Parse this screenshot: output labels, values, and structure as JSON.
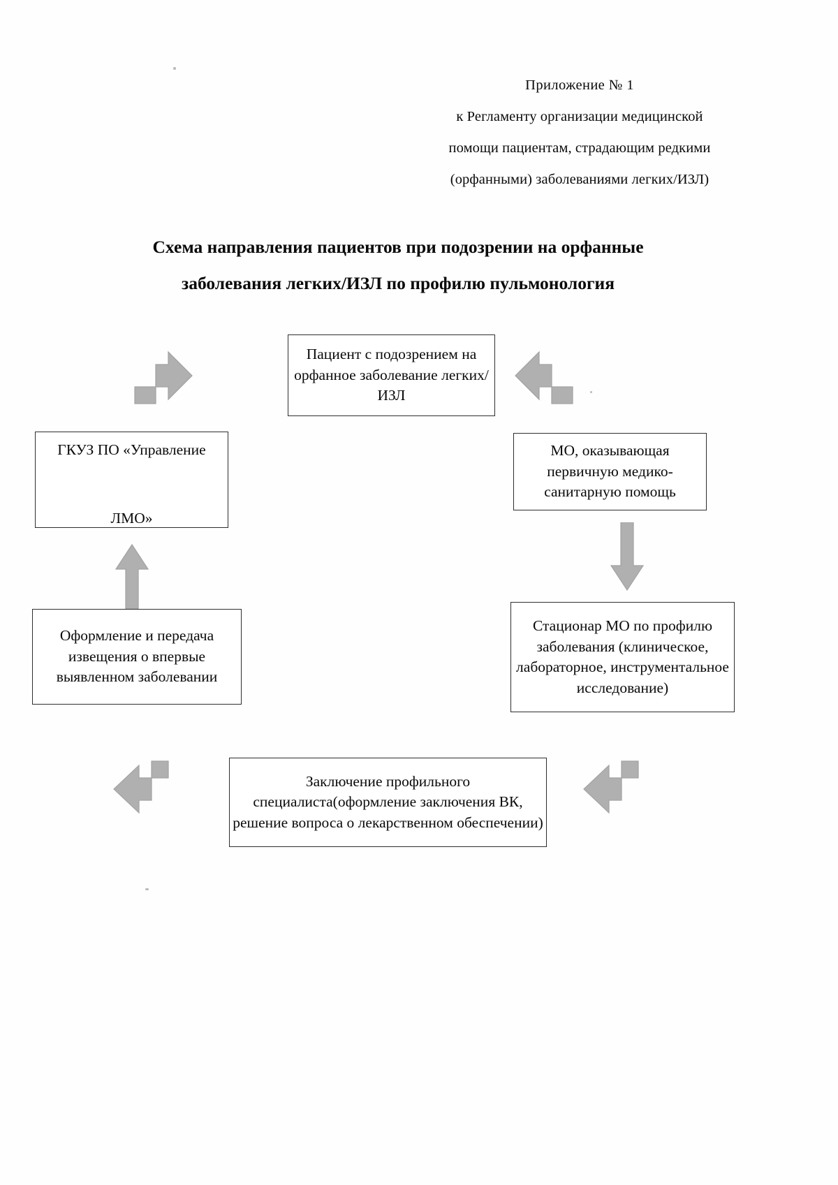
{
  "document": {
    "appendix_header": {
      "lines": [
        "Приложение № 1",
        "к Регламенту организации медицинской",
        "помощи пациентам, страдающим редкими",
        "(орфанными) заболеваниями легких/ИЗЛ)"
      ]
    },
    "title": {
      "line1": "Схема направления пациентов при подозрении на орфанные",
      "line2": "заболевания легких/ИЗЛ по профилю пульмонология"
    }
  },
  "chart_data": {
    "type": "diagram",
    "title": "Схема направления пациентов при подозрении на орфанные заболевания легких/ИЗЛ по профилю пульмонология",
    "nodes": [
      {
        "id": "patient",
        "text": "Пациент с подозрением на орфанное заболевание легких/ИЗЛ",
        "lines": [
          "Пациент с подозрением",
          "на орфанное заболевание",
          "легких/ИЗЛ"
        ],
        "position": "top-center"
      },
      {
        "id": "gkuz",
        "text": "ГКУЗ ПО «Управление ЛМО»",
        "lines": [
          "ГКУЗ ПО «Управление",
          "ЛМО»"
        ],
        "position": "middle-left"
      },
      {
        "id": "mo",
        "text": "МО, оказывающая первичную медико-санитарную помощь",
        "lines": [
          "МО, оказывающая",
          "первичную медико-",
          "санитарную помощь"
        ],
        "position": "middle-right"
      },
      {
        "id": "notice",
        "text": "Оформление и передача извещения о впервые выявленном заболевании",
        "lines": [
          "Оформление и передача",
          "извещения о впервые",
          "выявленном заболевании"
        ],
        "position": "lower-left"
      },
      {
        "id": "hospital",
        "text": "Стационар МО по профилю заболевания (клиническое, лабораторное, инструментальное исследование)",
        "lines": [
          "Стационар МО по профилю",
          "заболевания (клиническое,",
          "лабораторное,",
          "инструментальное",
          "исследование)"
        ],
        "position": "lower-right"
      },
      {
        "id": "conclusion",
        "text": "Заключение профильного специалиста(оформление заключения ВК, решение вопроса о лекарственном обеспечении)",
        "lines": [
          "Заключение профильного",
          "специалиста(оформление заключения",
          "ВК, решение вопроса о лекарственном",
          "обеспечении)"
        ],
        "position": "bottom-center"
      }
    ],
    "edges": [
      {
        "id": "patient-to-gkuz",
        "from": "patient",
        "to": "gkuz",
        "style": "bent-block-arrow",
        "direction": "left-down"
      },
      {
        "id": "patient-to-mo",
        "from": "patient",
        "to": "mo",
        "style": "bent-block-arrow",
        "direction": "right-down"
      },
      {
        "id": "mo-to-hospital",
        "from": "mo",
        "to": "hospital",
        "style": "block-arrow",
        "direction": "down"
      },
      {
        "id": "notice-to-gkuz",
        "from": "notice",
        "to": "gkuz",
        "style": "block-arrow",
        "direction": "up"
      },
      {
        "id": "hospital-to-conclusion",
        "from": "hospital",
        "to": "conclusion",
        "style": "bent-block-arrow",
        "direction": "left-up"
      },
      {
        "id": "conclusion-to-notice",
        "from": "conclusion",
        "to": "notice",
        "style": "bent-block-arrow",
        "direction": "right-up"
      }
    ],
    "colors": {
      "arrow_fill": "#b0b0b0",
      "arrow_stroke": "#9a9a9a",
      "node_border": "#2e2e2e",
      "text": "#0a0a0a",
      "background": "#ffffff"
    }
  }
}
